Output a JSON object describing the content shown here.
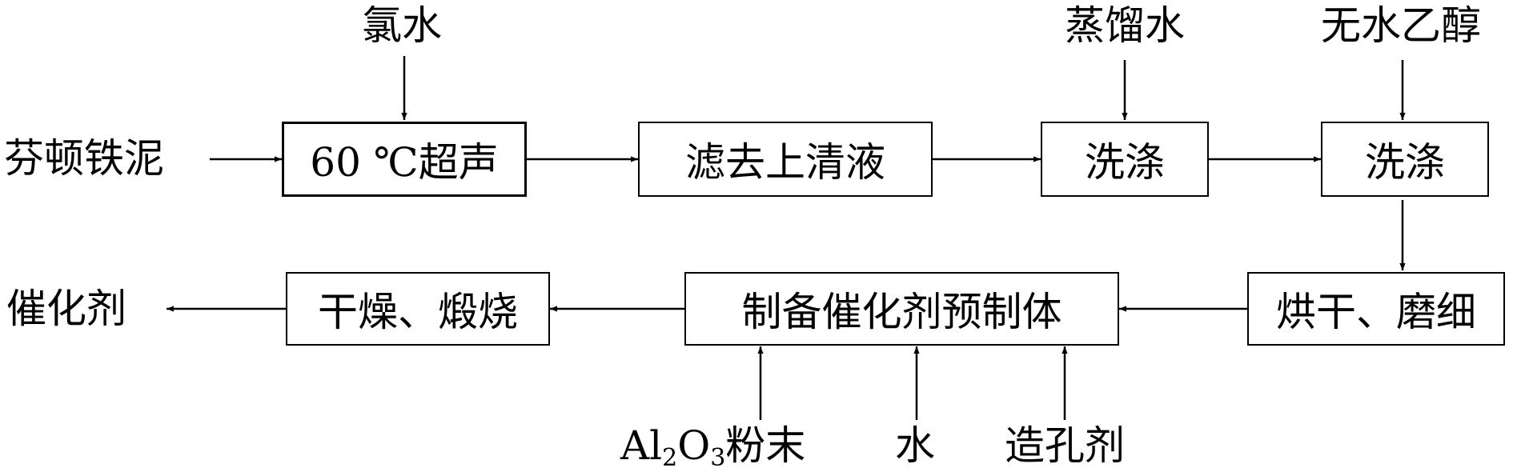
{
  "inputs": {
    "raw_material": "芬顿铁泥",
    "chlorine_water": "氯水",
    "distilled_water": "蒸馏水",
    "ethanol": "无水乙醇",
    "al2o3_prefix": "Al",
    "al2o3_sub1": "2",
    "al2o3_mid": "O",
    "al2o3_sub2": "3",
    "al2o3_suffix": "粉末",
    "water": "水",
    "pore_former": "造孔剂"
  },
  "steps": {
    "ultrasound": "60 ℃超声",
    "remove_supernatant": "滤去上清液",
    "wash1": "洗涤",
    "wash2": "洗涤",
    "dry_grind": "烘干、磨细",
    "prepare_precursor": "制备催化剂预制体",
    "dry_calcine": "干燥、煅烧"
  },
  "output": {
    "catalyst": "催化剂"
  }
}
